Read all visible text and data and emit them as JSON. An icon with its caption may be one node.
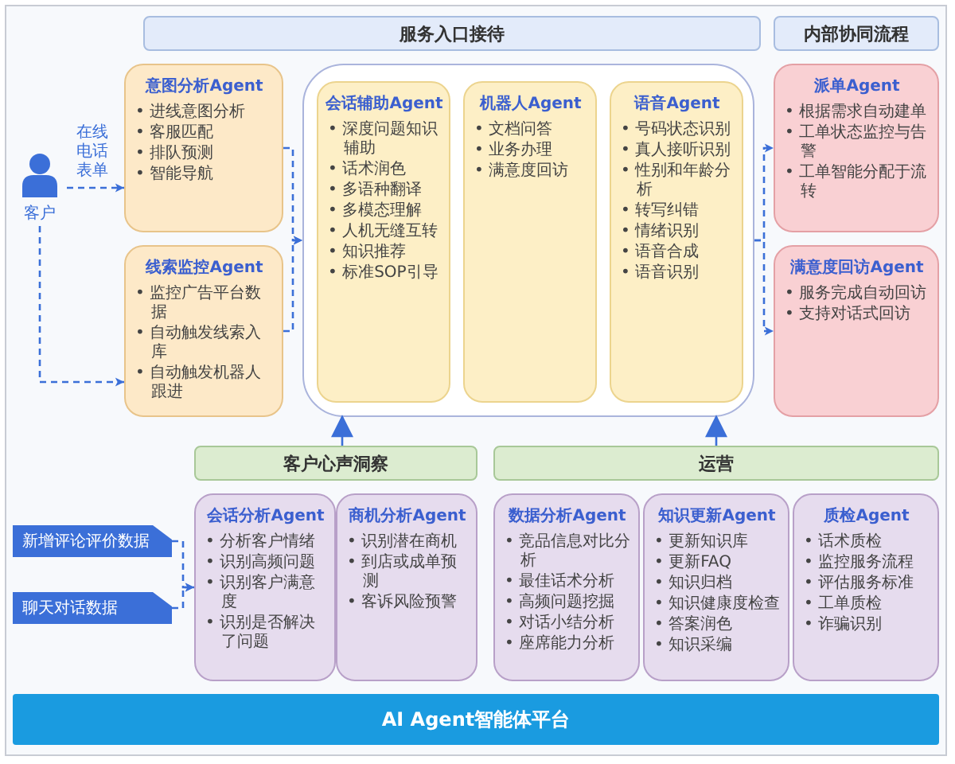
{
  "diagram": {
    "nodes": [
      {
        "text": [
          "服务入口接待"
        ]
      },
      {
        "text": [
          "内部协同流程"
        ]
      },
      {
        "text": [
          "客户"
        ]
      },
      {
        "text": [
          "意图分析Agent",
          "• 进线意图分析",
          "• 客服匹配",
          "• 排队预测",
          "• 智能导航"
        ]
      },
      {
        "text": [
          "线索监控Agent",
          "• 监控广告平台数据",
          "• 自动触发线索入库",
          "• 自动触发机器人跟进"
        ]
      },
      {
        "text": [],
        "shape": "box"
      },
      {
        "text": [
          "会话辅助Agent",
          "• 深度问题知识辅助",
          "• 话术润色",
          "• 多语种翻译",
          "• 多模态理解",
          "• 人机无缝互转",
          "• 知识推荐",
          "• 标准SOP引导"
        ],
        "in": 5
      },
      {
        "text": [
          "机器人Agent",
          "• 文档问答",
          "• 业务办理",
          "• 满意度回访"
        ],
        "in": 5
      },
      {
        "text": [
          "语音Agent",
          "• 号码状态识别",
          "• 真人接听识别",
          "• 性别和年龄分析",
          "• 转写纠错",
          "• 情绪识别",
          "• 语音合成",
          "• 语音识别"
        ],
        "in": 5
      },
      {
        "text": [
          "派单Agent",
          "• 根据需求自动建单",
          "• 工单状态监控与告警",
          "• 工单智能分配于流转"
        ]
      },
      {
        "text": [
          "满意度回访Agent",
          "• 服务完成自动回访",
          "• 支持对话式回访"
        ]
      },
      {
        "text": [
          "客户心声洞察"
        ]
      },
      {
        "text": [
          "运营"
        ]
      },
      {
        "text": [
          "新增评论评价数据"
        ]
      },
      {
        "text": [
          "聊天对话数据"
        ]
      },
      {
        "text": [
          "会话分析Agent",
          "• 分析客户情绪",
          "• 识别高频问题",
          "• 识别客户满意度",
          "• 识别是否解决了问题"
        ]
      },
      {
        "text": [
          "商机分析Agent",
          "• 识别潜在商机",
          "• 到店或成单预测",
          "• 客诉风险预警"
        ]
      },
      {
        "text": [
          "数据分析Agent",
          "• 竞品信息对比分析",
          "• 最佳话术分析",
          "• 高频问题挖掘",
          "• 对话小结分析",
          "• 座席能力分析"
        ]
      },
      {
        "text": [
          "知识更新Agent",
          "• 更新知识库",
          "• 更新FAQ",
          "• 知识归档",
          "• 知识健康度检查",
          "• 答案润色",
          "• 知识采编"
        ]
      },
      {
        "text": [
          "质检Agent",
          "• 话术质检",
          "• 监控服务流程",
          "• 评估服务标准",
          "• 工单质检",
          "• 诈骗识别"
        ]
      },
      {
        "text": [
          "AI Agent智能体平台"
        ]
      }
    ],
    "edges": [
      {
        "from": 2,
        "to": 3,
        "arrow": "to",
        "style": "dashed",
        "label": "在线电话表单"
      },
      {
        "from": 2,
        "to": 4,
        "arrow": "to",
        "style": "dashed"
      },
      {
        "from": 3,
        "to": 5,
        "arrow": "to",
        "style": "dashed"
      },
      {
        "from": 4,
        "to": 5,
        "arrow": "to",
        "style": "dashed"
      },
      {
        "from": 5,
        "to": 9,
        "arrow": "to",
        "style": "dashed"
      },
      {
        "from": 5,
        "to": 10,
        "arrow": "to",
        "style": "dashed"
      },
      {
        "from": 11,
        "to": 5,
        "arrow": "to"
      },
      {
        "from": 12,
        "to": 5,
        "arrow": "to"
      },
      {
        "from": 13,
        "to": 15,
        "arrow": "to",
        "style": "dashed"
      },
      {
        "from": 14,
        "to": 15,
        "arrow": "to",
        "style": "dashed"
      }
    ]
  }
}
